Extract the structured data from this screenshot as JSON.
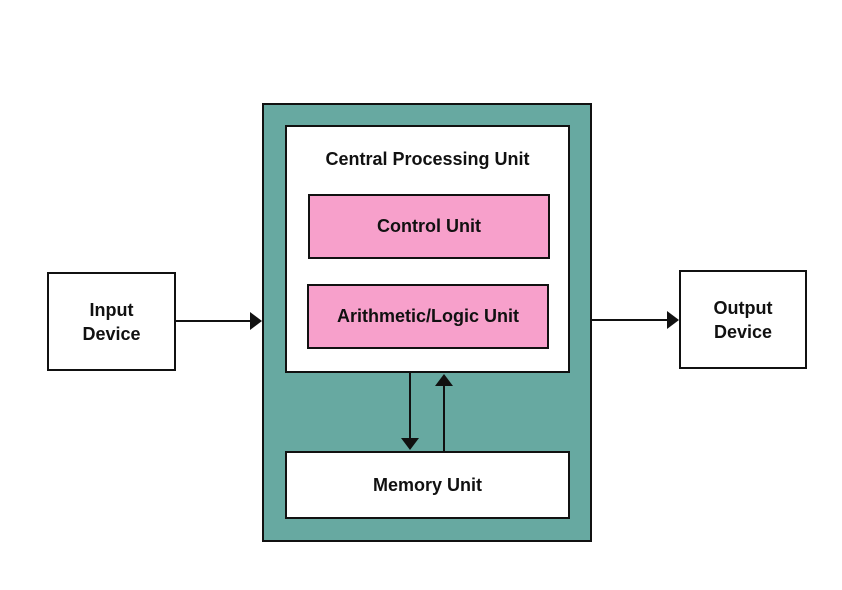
{
  "nodes": {
    "input_device": [
      "Input",
      "Device"
    ],
    "output_device": [
      "Output",
      "Device"
    ],
    "cpu": "Central Processing Unit",
    "control_unit": "Control Unit",
    "alu": "Arithmetic/Logic Unit",
    "memory_unit": "Memory Unit"
  },
  "colors": {
    "outer_panel": "#67a9a1",
    "cpu_sub_unit": "#f7a0cb",
    "stroke": "#111111",
    "box_fill": "#ffffff"
  },
  "edges": [
    {
      "from": "input_device",
      "to": "cpu"
    },
    {
      "from": "cpu",
      "to": "output_device"
    },
    {
      "from": "cpu",
      "to": "memory_unit"
    },
    {
      "from": "memory_unit",
      "to": "cpu"
    }
  ]
}
